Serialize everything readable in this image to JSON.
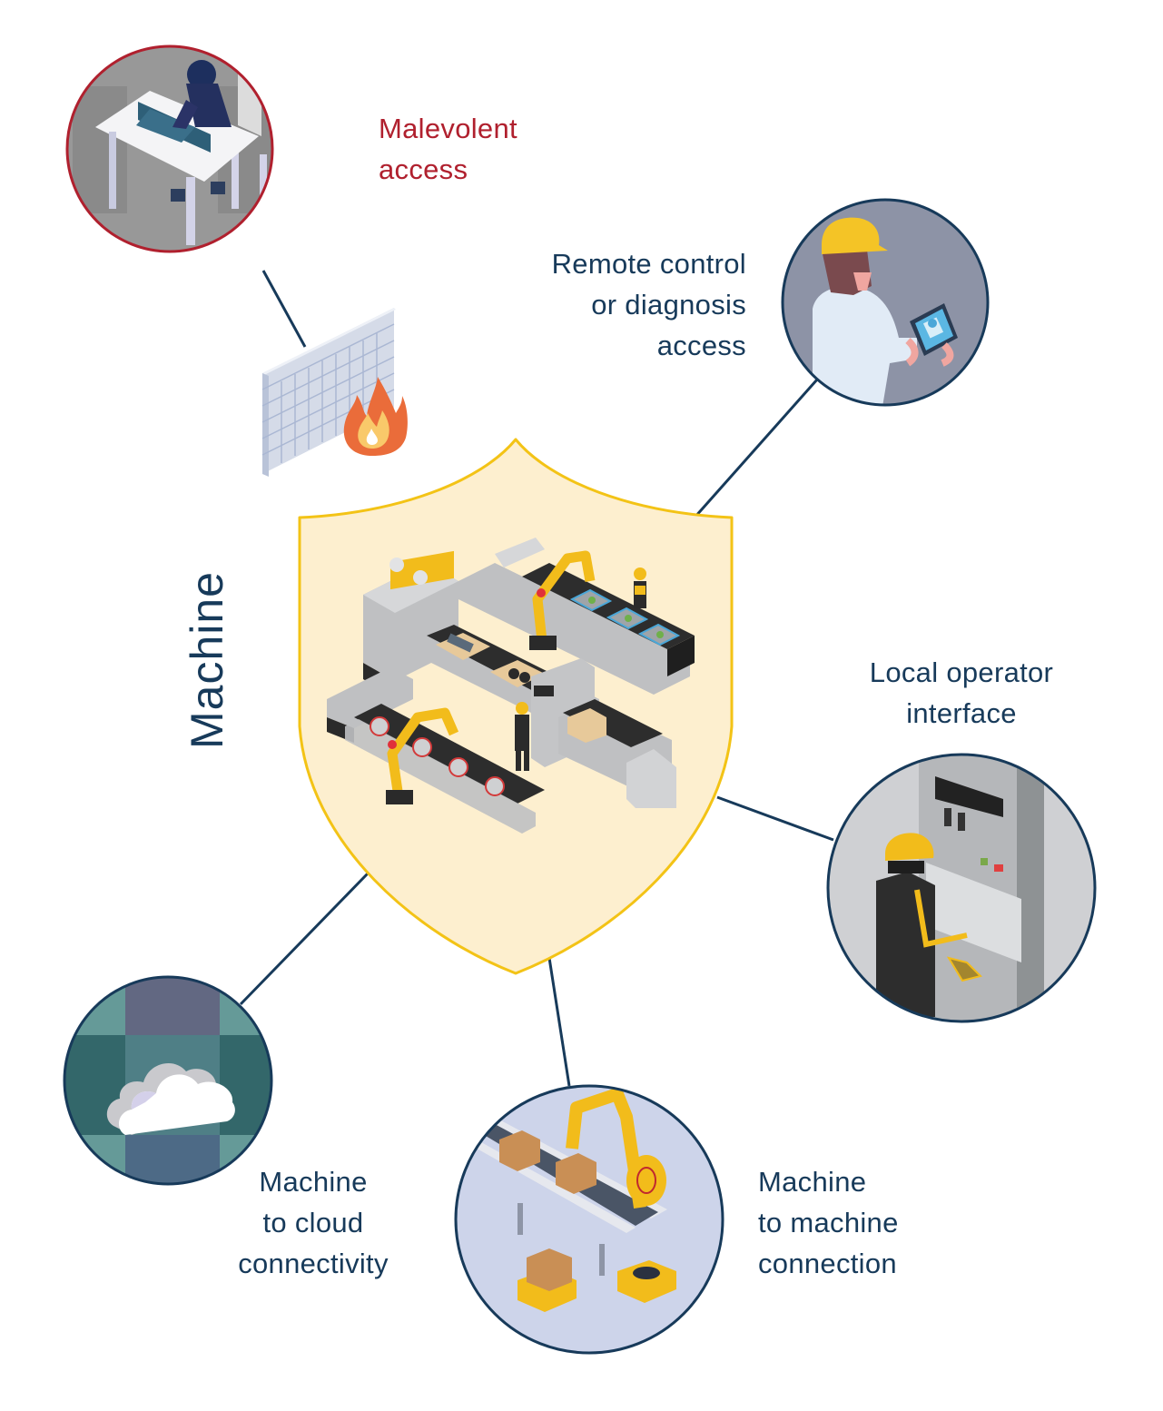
{
  "diagram": {
    "center": {
      "title": "Machine",
      "icon": "shield-icon",
      "illustration": "factory-production-line",
      "fill_color": "#fdefcf",
      "border_color": "#f3c316"
    },
    "connector_color": "#173a5a",
    "nodes": [
      {
        "id": "malevolent",
        "label_lines": [
          "Malevolent",
          "access"
        ],
        "label_color": "#b0202e",
        "border_color": "#b0202e",
        "illustration": "hacker-at-laptop",
        "blocked_by": "firewall"
      },
      {
        "id": "remote",
        "label_lines": [
          "Remote control",
          "or diagnosis",
          "access"
        ],
        "label_color": "#173a5a",
        "border_color": "#173a5a",
        "illustration": "worker-with-tablet"
      },
      {
        "id": "local",
        "label_lines": [
          "Local operator",
          "interface"
        ],
        "label_color": "#173a5a",
        "border_color": "#173a5a",
        "illustration": "operator-at-control-panel"
      },
      {
        "id": "m2m",
        "label_lines": [
          "Machine",
          "to machine",
          "connection"
        ],
        "label_color": "#173a5a",
        "border_color": "#173a5a",
        "illustration": "robot-arm-conveyor"
      },
      {
        "id": "cloud",
        "label_lines": [
          "Machine",
          "to cloud",
          "connectivity"
        ],
        "label_color": "#173a5a",
        "border_color": "#173a5a",
        "illustration": "cloud"
      }
    ],
    "firewall": {
      "icon": "firewall-icon",
      "flame_icon": "fire-icon"
    }
  }
}
